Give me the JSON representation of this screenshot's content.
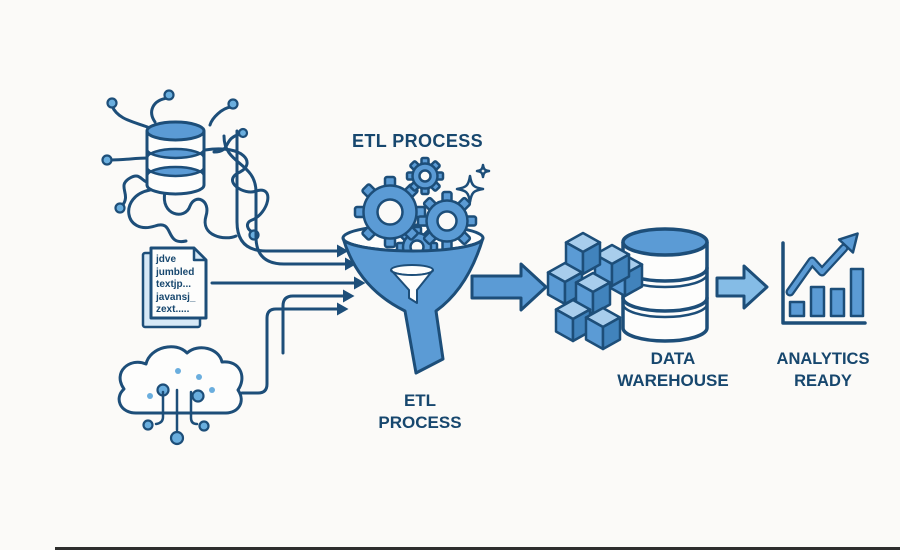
{
  "colors": {
    "background": "#fbfaf8",
    "outline": "#1d4e79",
    "text": "#17476e",
    "fill_medium": "#5b9bd5",
    "fill_light": "#a8cdec",
    "fill_dark": "#4183bc",
    "fill_pale": "#d6e8f6",
    "node_dot": "#6aaede",
    "edge_line": "#2e2e2e"
  },
  "icons": {
    "source_database": "tangled-database-icon",
    "source_document": "jumbled-document-icon",
    "source_cloud": "cloud-data-icon",
    "gears": "gears-icon",
    "funnel": "funnel-icon",
    "sparkle": "sparkle-icon",
    "cubes": "data-cubes-icon",
    "warehouse_database": "database-icon",
    "analytics_chart": "growth-bar-chart-icon",
    "flow_arrow": "flow-arrow-icon"
  },
  "stages": {
    "sources": {
      "document_lines": [
        "jdve",
        "jumbled",
        "textjp...",
        "javansj_",
        "zext....."
      ]
    },
    "etl": {
      "title": "ETL PROCESS",
      "label_lines": [
        "ETL",
        "PROCESS"
      ]
    },
    "warehouse": {
      "label_lines": [
        "DATA",
        "WAREHOUSE"
      ]
    },
    "analytics": {
      "label_lines": [
        "ANALYTICS",
        "READY"
      ]
    }
  }
}
